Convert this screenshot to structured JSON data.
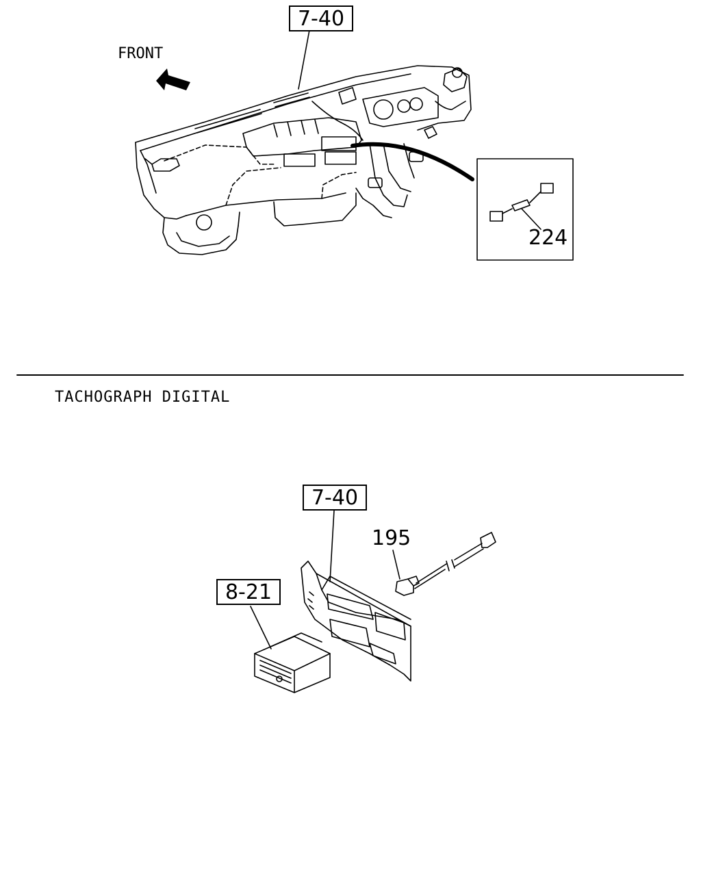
{
  "top_diagram": {
    "front_label": "FRONT",
    "ref_box_label": "7-40",
    "inset_part_number": "224"
  },
  "section_title": "TACHOGRAPH DIGITAL",
  "bottom_diagram": {
    "ref_box_panel": "7-40",
    "ref_box_unit": "8-21",
    "part_number": "195"
  }
}
